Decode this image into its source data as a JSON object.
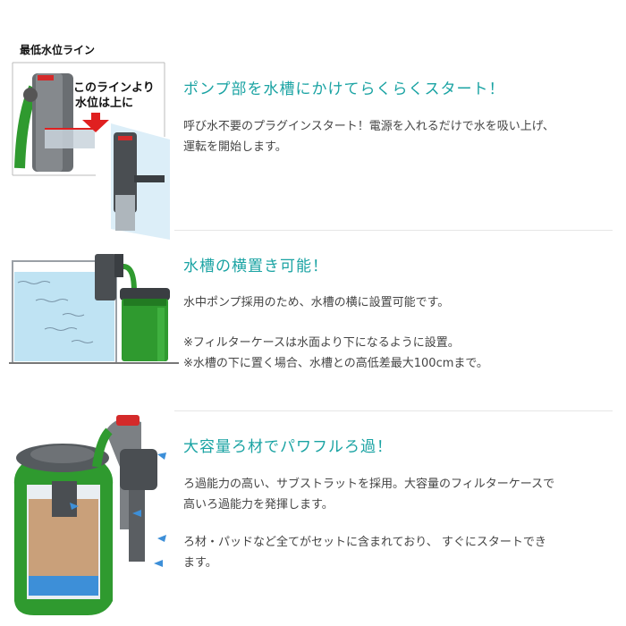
{
  "section1": {
    "illus_label": "最低水位ライン",
    "callout_line1": "このラインより",
    "callout_line2": "水位は上に",
    "heading": "ポンプ部を水槽にかけてらくらくスタート！",
    "body_line1": "呼び水不要のプラグインスタート！電源を入れるだけで水を吸い上げ、",
    "body_line2": "運転を開始します。"
  },
  "section2": {
    "heading": "水槽の横置き可能！",
    "body_line1": "水中ポンプ採用のため、水槽の横に設置可能です。",
    "note_line1": "※フィルターケースは水面より下になるように設置。",
    "note_line2": "※水槽の下に置く場合、水槽との高低差最大100cmまで。"
  },
  "section3": {
    "heading": "大容量ろ材でパワフルろ過！",
    "body_line1": "ろ過能力の高い、サブストラットを採用。大容量のフィルターケースで",
    "body_line2": "高いろ過能力を発揮します。",
    "body_line3": "ろ材・パッドなど全てがセットに含まれており、 すぐにスタートでき",
    "body_line4": "ます。"
  },
  "colors": {
    "heading": "#1aa3a3",
    "filter_green": "#2f9a2f",
    "water_blue": "#bfe3f3",
    "arrow_red": "#e02020",
    "flow_blue": "#3d8fd8"
  }
}
